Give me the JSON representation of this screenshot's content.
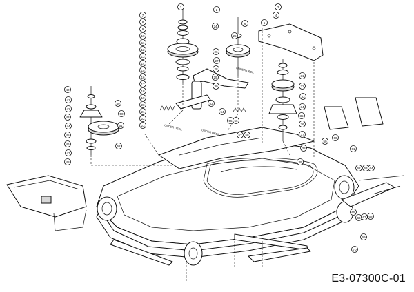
{
  "diagram_code": "E3-07300C-01",
  "deck_labels": [
    "UNDER DECK",
    "UNDER DECK",
    "UNDER DECK"
  ],
  "callouts": [
    "1",
    "2",
    "3",
    "4",
    "5",
    "6",
    "7",
    "8",
    "9",
    "10",
    "11",
    "12",
    "13",
    "14",
    "15",
    "16",
    "17",
    "18",
    "19",
    "20",
    "21",
    "22",
    "23",
    "24",
    "25",
    "26",
    "27",
    "28",
    "29",
    "30",
    "31",
    "32",
    "33",
    "34",
    "35",
    "36",
    "37",
    "38",
    "39",
    "40",
    "41",
    "42",
    "43",
    "44",
    "45",
    "46",
    "47",
    "48",
    "49",
    "50",
    "51",
    "52",
    "53",
    "54",
    "55",
    "56",
    "57",
    "58",
    "59",
    "60",
    "61",
    "62",
    "63",
    "64",
    "65",
    "66",
    "67",
    "68",
    "69",
    "70"
  ]
}
